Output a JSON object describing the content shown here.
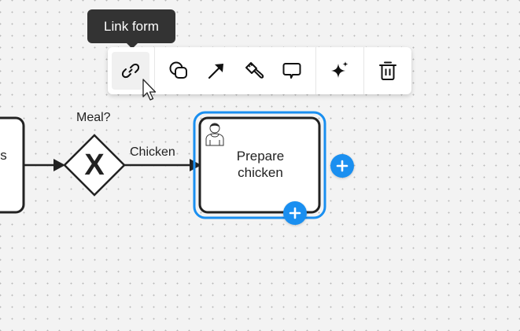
{
  "tooltip": {
    "text": "Link form"
  },
  "toolbar": {
    "buttons": [
      {
        "id": "link-form",
        "icon": "link-icon",
        "active": true
      },
      {
        "id": "change-type",
        "icon": "shapes-icon"
      },
      {
        "id": "connect",
        "icon": "arrow-icon"
      },
      {
        "id": "color",
        "icon": "paintbrush-icon"
      },
      {
        "id": "comment",
        "icon": "comment-icon"
      },
      {
        "id": "ai-assist",
        "icon": "sparkle-icon"
      },
      {
        "id": "delete",
        "icon": "trash-icon"
      }
    ]
  },
  "diagram": {
    "previous_task": {
      "label_fragment": "'s"
    },
    "gateway": {
      "type": "exclusive",
      "label": "Meal?",
      "marker": "X"
    },
    "flow": {
      "label": "Chicken"
    },
    "selected_task": {
      "type": "user-task",
      "label_line1": "Prepare",
      "label_line2": "chicken"
    }
  },
  "colors": {
    "selection": "#1a8ff0",
    "stroke": "#222222",
    "canvas": "#f3f3f3",
    "tooltip_bg": "#333333"
  }
}
